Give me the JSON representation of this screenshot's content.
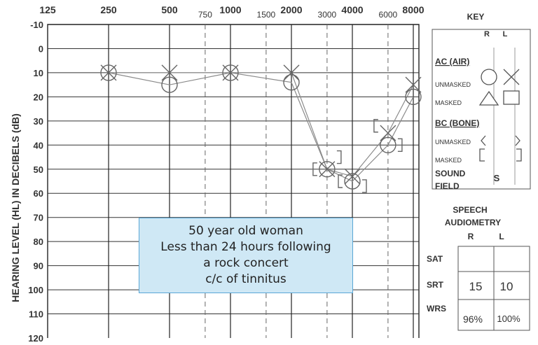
{
  "chart_data": {
    "type": "scatter",
    "x_axis": {
      "scale": "log",
      "major_ticks": [
        "125",
        "250",
        "500",
        "1000",
        "2000",
        "4000",
        "8000"
      ],
      "minor_ticks": [
        "750",
        "1500",
        "3000",
        "6000"
      ]
    },
    "y_axis": {
      "label": "HEARING LEVEL (HL) IN DECIBELS (dB)",
      "reversed": true,
      "ylim": [
        -10,
        120
      ],
      "ticks": [
        "-10",
        "0",
        "10",
        "20",
        "30",
        "40",
        "50",
        "60",
        "70",
        "80",
        "90",
        "100",
        "110",
        "120"
      ]
    },
    "grid": true,
    "series": [
      {
        "key": "right_air",
        "symbol": "circle",
        "points": [
          [
            250,
            10
          ],
          [
            500,
            15
          ],
          [
            1000,
            10
          ],
          [
            2000,
            14
          ],
          [
            3000,
            50
          ],
          [
            4000,
            55
          ],
          [
            6000,
            40
          ],
          [
            8000,
            20
          ]
        ]
      },
      {
        "key": "left_air",
        "symbol": "cross",
        "points": [
          [
            250,
            10
          ],
          [
            500,
            10
          ],
          [
            1000,
            10
          ],
          [
            2000,
            10
          ],
          [
            3000,
            50
          ],
          [
            4000,
            53
          ],
          [
            6000,
            35
          ],
          [
            8000,
            15
          ]
        ]
      },
      {
        "key": "right_bone_masked",
        "symbol": "bracket-open",
        "points": [
          [
            3000,
            50
          ],
          [
            4000,
            55
          ],
          [
            6000,
            32
          ]
        ]
      },
      {
        "key": "left_bone_masked",
        "symbol": "bracket-close",
        "points": [
          [
            3000,
            45
          ],
          [
            4000,
            57
          ],
          [
            6000,
            40
          ]
        ]
      }
    ],
    "annotation": [
      "50 year old woman",
      "Less than 24 hours following",
      "a rock concert",
      "c/c of tinnitus"
    ]
  },
  "key": {
    "title": "KEY",
    "col_r": "R",
    "col_l": "L",
    "ac_title": "AC (AIR)",
    "unmasked": "UNMASKED",
    "masked": "MASKED",
    "bc_title": "BC (BONE)",
    "bc_unmasked": "UNMASKED",
    "bc_masked": "MASKED",
    "sound": "SOUND",
    "field": "FIELD",
    "s_symbol": "S"
  },
  "speech": {
    "title_line1": "SPEECH",
    "title_line2": "AUDIOMETRY",
    "col_r": "R",
    "col_l": "L",
    "rows": [
      {
        "label": "SAT",
        "r": "",
        "l": ""
      },
      {
        "label": "SRT",
        "r": "15",
        "l": "10"
      },
      {
        "label": "WRS",
        "r": "96%",
        "l": "100%"
      }
    ]
  }
}
